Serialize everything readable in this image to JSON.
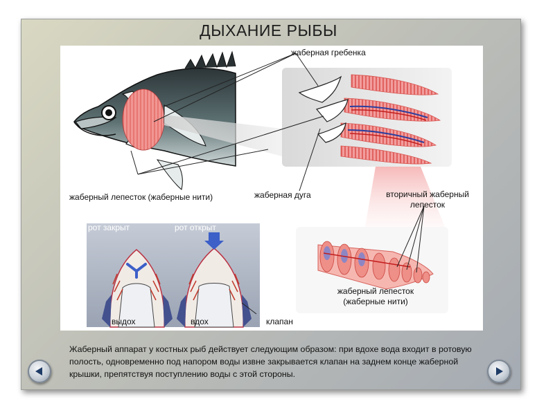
{
  "slide": {
    "title": "ДЫХАНИЕ РЫБЫ",
    "caption": "Жаберный аппарат у костных рыб действует следующим образом: при вдохе вода входит в ротовую полость, одновременно под напором воды извне закрывается клапан на заднем конце жаберной крышки, препятствуя поступлению воды с этой стороны."
  },
  "labels": {
    "gill_rakers": "жаберная гребенка",
    "gill_filament": "жаберный лепесток (жаберные нити)",
    "gill_arch": "жаберная дуга",
    "secondary_lamella_line1": "вторичный жаберный",
    "secondary_lamella_line2": "лепесток",
    "filament_detail_line1": "жаберный лепесток",
    "filament_detail_line2": "(жаберные нити)",
    "mouth_closed": "рот закрыт",
    "mouth_open": "рот открыт",
    "exhale": "выдох",
    "inhale": "вдох",
    "valve": "клапан"
  },
  "navigation": {
    "prev_icon": "arrow-left-icon",
    "next_icon": "arrow-right-icon"
  }
}
